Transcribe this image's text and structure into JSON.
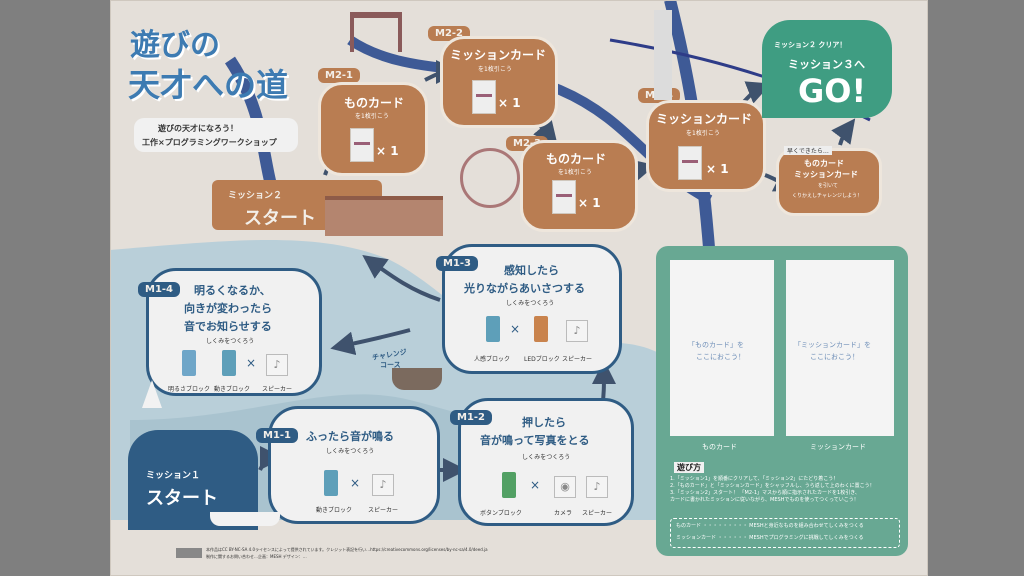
{
  "header": {
    "title_line1": "遊びの",
    "title_line2": "天才への道",
    "subtitle_line1": "遊びの天才になろう！",
    "subtitle_line2": "工作×プログラミングワークショップ"
  },
  "mission2_start": {
    "label": "ミッション２",
    "title": "スタート"
  },
  "mission1_start": {
    "label": "ミッション１",
    "title": "スタート"
  },
  "nodes": {
    "m2_1": {
      "tag": "M2-1",
      "title": "ものカード",
      "sub": "を1枚引こう",
      "count": "× 1"
    },
    "m2_2": {
      "tag": "M2-2",
      "title": "ミッションカード",
      "sub": "を1枚引こう",
      "count": "× 1"
    },
    "m2_3": {
      "tag": "M2-3",
      "title": "ものカード",
      "sub": "を1枚引こう",
      "count": "× 1"
    },
    "m2_4": {
      "tag": "M2-4",
      "title": "ミッションカード",
      "sub": "を1枚引こう",
      "count": "× 1"
    },
    "bonus": {
      "pre": "早くできたら…",
      "title1": "ものカード",
      "title2": "ミッションカード",
      "sub1": "を引いて",
      "sub2": "くりかえしチャレンジしよう！"
    }
  },
  "goal": {
    "small": "ミッション２ クリア！",
    "line1": "ミッション３へ",
    "big": "GO!"
  },
  "missions": {
    "m1_1": {
      "tag": "M1-1",
      "title": "ふったら音が鳴る",
      "sub": "しくみをつくろう",
      "items": [
        "動きブロック",
        "スピーカー"
      ]
    },
    "m1_2": {
      "tag": "M1-2",
      "title1": "押したら",
      "title2": "音が鳴って写真をとる",
      "sub": "しくみをつくろう",
      "items": [
        "ボタンブロック",
        "カメラ",
        "スピーカー"
      ]
    },
    "m1_3": {
      "tag": "M1-3",
      "title1": "感知したら",
      "title2": "光りながらあいさつする",
      "sub": "しくみをつくろう",
      "items": [
        "人感ブロック",
        "LEDブロック",
        "スピーカー"
      ]
    },
    "m1_4": {
      "tag": "M1-4",
      "title1": "明るくなるか、",
      "title2": "向きが変わったら",
      "title3": "音でお知らせする",
      "sub": "しくみをつくろう",
      "items": [
        "明るさブロック",
        "動きブロック",
        "スピーカー"
      ]
    }
  },
  "challenge": {
    "line1": "チャレンジ",
    "line2": "コース"
  },
  "card_area": {
    "slot1_text1": "「ものカード」を",
    "slot1_text2": "ここにおこう！",
    "slot1_caption": "ものカード",
    "slot2_text1": "「ミッションカード」を",
    "slot2_text2": "ここにおこう！",
    "slot2_caption": "ミッションカード",
    "rules_title": "遊び方",
    "rules": [
      "1.「ミッション1」を順番にクリアして、「ミッション2」にたどり着こう！",
      "2.「ものカード」と「ミッションカード」をシャッフルし、うら返して上のわくに置こう！",
      "3.「ミッション2」スタート！ 「M2-1」マスから順に指示されたカードを1枚引き、",
      "カードに書かれたミッションに従いながら、MESHでものを使ってつくっていこう！"
    ],
    "legend1": "ものカード ・・・・・・・・・ MESHと身近なものを組み合わせてしくみをつくる",
    "legend2": "ミッションカード ・・・・・・ MESHでプログラミングに挑戦してしくみをつくる"
  },
  "footer": {
    "line1": "本作品はCC BY-NC-SA 4.0ライセンスによって提供されています。クレジット表記を行い…https://creativecommons.org/licenses/by-nc-sa/4.0/deed.ja",
    "line2": "制作に関するお問い合わせ…企画：MESH  デザイン：…"
  },
  "colors": {
    "accent_orange": "#b97d52",
    "navy": "#2f5c84",
    "green": "#3f9d82",
    "teal_panel": "#68a893"
  }
}
